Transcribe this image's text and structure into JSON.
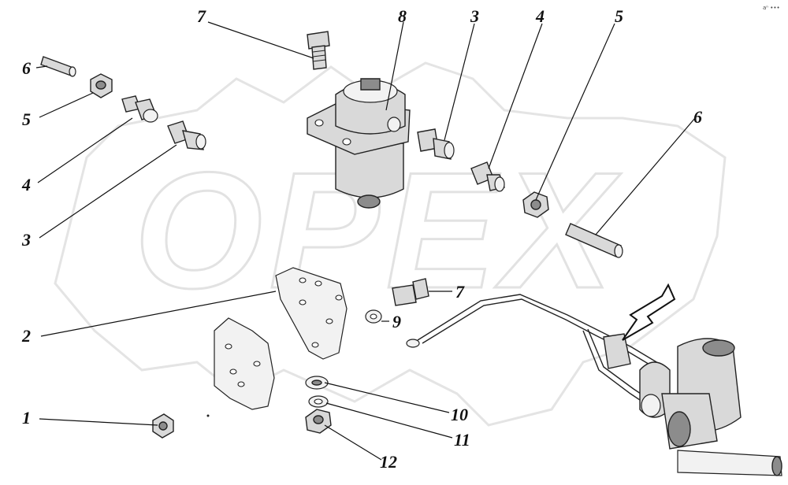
{
  "watermark": {
    "text": "OPEX"
  },
  "corner_mark": "aⁿ •••",
  "callouts": {
    "c1": "1",
    "c2": "2",
    "c3a": "3",
    "c3b": "3",
    "c4a": "4",
    "c4b": "4",
    "c5a": "5",
    "c5b": "5",
    "c6a": "6",
    "c6b": "6",
    "c7a": "7",
    "c7b": "7",
    "c8": "8",
    "c9": "9",
    "c10": "10",
    "c11": "11",
    "c12": "12"
  }
}
